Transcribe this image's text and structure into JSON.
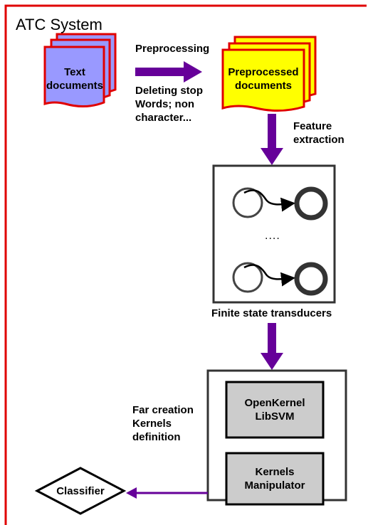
{
  "title": "ATC System",
  "nodes": {
    "text_docs": {
      "line1": "Text",
      "line2": "documents"
    },
    "prep_docs": {
      "line1": "Preprocessed",
      "line2": "documents"
    },
    "fst_dots": "....",
    "openkernel": {
      "line1": "OpenKernel",
      "line2": "LibSVM"
    },
    "kernels_manip": {
      "line1": "Kernels",
      "line2": "Manipulator"
    },
    "classifier": "Classifier"
  },
  "edges": {
    "preprocessing": "Preprocessing",
    "deleting": {
      "line1": "Deleting stop",
      "line2": "Words; non",
      "line3": "character..."
    },
    "feature": {
      "line1": "Feature",
      "line2": "extraction"
    },
    "fst_caption": "Finite state transducers",
    "far": {
      "line1": "Far creation",
      "line2": "Kernels",
      "line3": "definition"
    }
  },
  "colors": {
    "frame_border": "#e00000",
    "text_docs_fill": "#9999ff",
    "prep_docs_fill": "#ffff00",
    "doc_border": "#e00000",
    "arrow": "#660099",
    "box_fill": "#cccccc"
  }
}
